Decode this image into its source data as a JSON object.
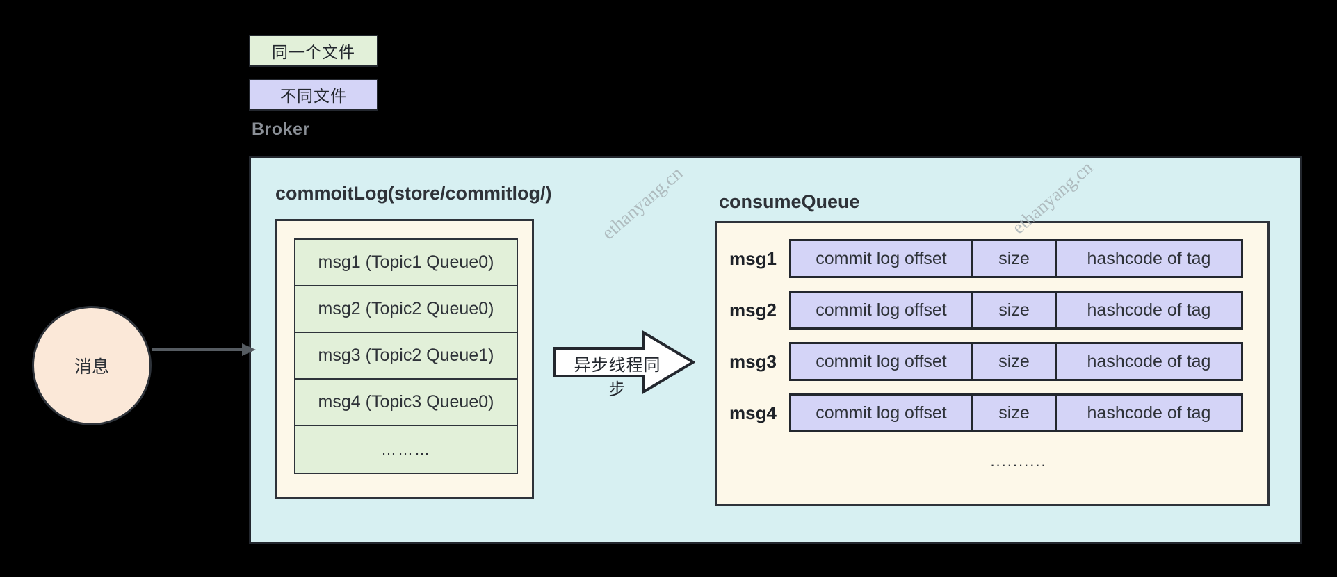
{
  "legend": [
    {
      "label": "同一个文件",
      "color": "#e2f0d9",
      "name": "same-file"
    },
    {
      "label": "不同文件",
      "color": "#d4d4f7",
      "name": "different-file"
    }
  ],
  "broker": {
    "label": "Broker",
    "background": "#d7f0f2",
    "border": "#23272e"
  },
  "commitlog": {
    "title": "commoitLog(store/commitlog/)",
    "container_color": "#fdf8e9",
    "cell_color": "#e2f0d9",
    "messages": [
      "msg1 (Topic1 Queue0)",
      "msg2 (Topic2 Queue0)",
      "msg3 (Topic2 Queue1)",
      "msg4 (Topic3 Queue0)",
      "………"
    ]
  },
  "sync_arrow": {
    "label": "异步线程同步"
  },
  "consumequeue": {
    "title": "consumeQueue",
    "container_color": "#fdf8e9",
    "cell_color": "#d4d4f7",
    "columns": [
      "commit log offset",
      "size",
      "hashcode of tag"
    ],
    "rows": [
      {
        "label": "msg1",
        "cells": [
          "commit log offset",
          "size",
          "hashcode of tag"
        ]
      },
      {
        "label": "msg2",
        "cells": [
          "commit log offset",
          "size",
          "hashcode of tag"
        ]
      },
      {
        "label": "msg3",
        "cells": [
          "commit log offset",
          "size",
          "hashcode of tag"
        ]
      },
      {
        "label": "msg4",
        "cells": [
          "commit log offset",
          "size",
          "hashcode of tag"
        ]
      }
    ],
    "more": ".........."
  },
  "source": {
    "label": "消息",
    "color": "#fbe8d8"
  },
  "watermarks": [
    "ethanyang.cn",
    "ethanyang.cn"
  ]
}
